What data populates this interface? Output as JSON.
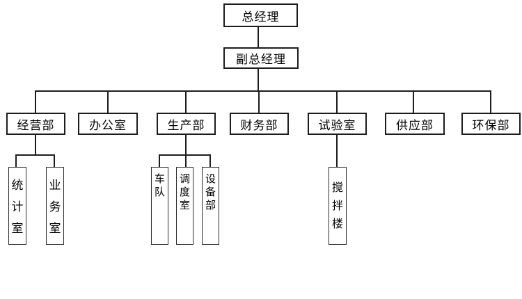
{
  "chart": {
    "title_hint": "organization-chart",
    "background": "#ffffff",
    "line_color": "#1c1c1c",
    "root": {
      "label": "总经理"
    },
    "deputy": {
      "label": "副总经理"
    },
    "departments": [
      {
        "label": "经营部"
      },
      {
        "label": "办公室"
      },
      {
        "label": "生产部"
      },
      {
        "label": "财务部"
      },
      {
        "label": "试验室"
      },
      {
        "label": "供应部"
      },
      {
        "label": "环保部"
      }
    ],
    "sub_units": {
      "jingying": [
        {
          "label": "统计室"
        },
        {
          "label": "业务室"
        }
      ],
      "shengchan": [
        {
          "label": "车队"
        },
        {
          "label": "调度室"
        },
        {
          "label": "设备部"
        }
      ],
      "shiyan": [
        {
          "label": "搅拌楼"
        }
      ]
    }
  }
}
